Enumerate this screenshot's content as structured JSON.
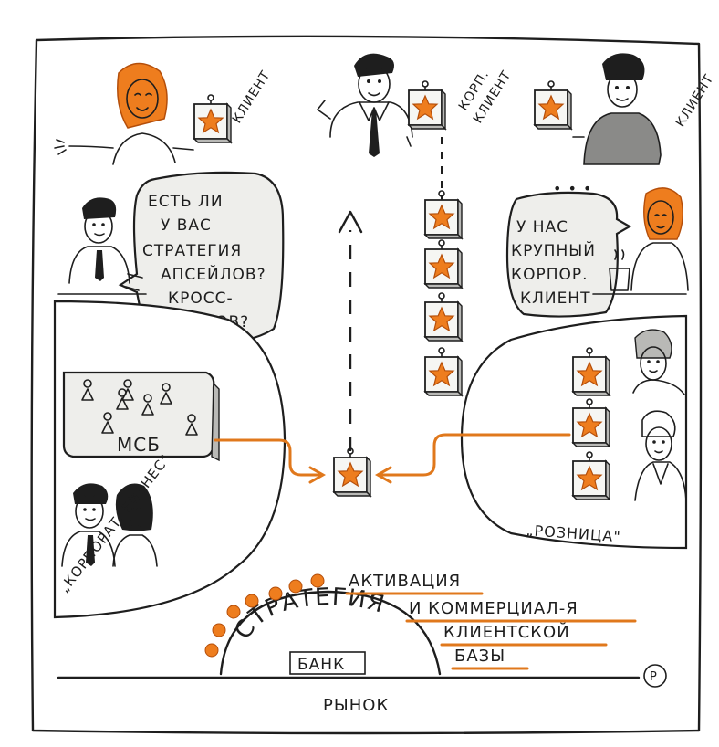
{
  "colors": {
    "accent": "#ee7d1e",
    "ink": "#1e1e1e",
    "shade": "#b9b9b6",
    "paper": "#ffffff"
  },
  "labels": {
    "client_left": "КЛИЕНТ",
    "corp_client_line1": "КОРП.",
    "corp_client_line2": "КЛИЕНТ",
    "client_right": "КЛИЕНТ",
    "msb": "МСБ",
    "corporate": "„КОРПОРАТ. БИЗНЕС\"",
    "retail": "„РОЗНИЦА\"",
    "market": "РЫНОК",
    "strategy": "СТРАТЕГИЯ",
    "bank": "БАНК",
    "corner_mark": "Р"
  },
  "bubbles": {
    "question": [
      "ЕСТЬ ЛИ",
      "У ВАС",
      "СТРАТЕГИЯ",
      "АПСЕЙЛОВ?",
      "КРОСС-",
      "СЕЙЛОВ?"
    ],
    "answer": [
      "У НАС",
      "КРУПНЫЙ",
      "КОРПОР.",
      "КЛИЕНТ"
    ],
    "dots": "• • •"
  },
  "activation": {
    "line1": "АКТИВАЦИЯ",
    "line2": "И КОММЕРЦИАЛ-Я",
    "line3": "КЛИЕНТСКОЙ",
    "line4": "БАЗЫ"
  },
  "icons": [
    "star-box-icon",
    "person-icon",
    "orange-dot-icon",
    "dashed-arrow-up-icon",
    "arrow-right-icon",
    "arrow-left-icon"
  ]
}
